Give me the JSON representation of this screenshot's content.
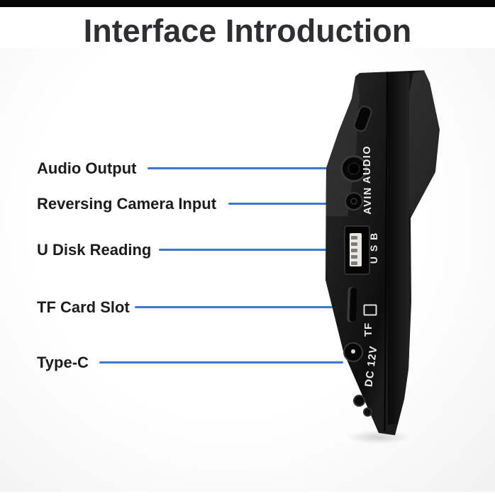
{
  "page": {
    "title": "Interface Introduction"
  },
  "callouts": [
    {
      "text": "Audio Output"
    },
    {
      "text": "Reversing Camera Input"
    },
    {
      "text": "U Disk Reading"
    },
    {
      "text": "TF Card Slot"
    },
    {
      "text": "Type-C"
    }
  ],
  "device": {
    "ports": [
      {
        "label": "AUDIO"
      },
      {
        "label": "AVIN"
      },
      {
        "label": "USB"
      },
      {
        "label": "TF"
      },
      {
        "label": "DC 12V"
      }
    ]
  },
  "colors": {
    "leader_line": "#3b78c9",
    "title_text": "#2f2f33",
    "callout_text": "#1c1c1c",
    "device_body": "#1a1a1a",
    "port_label_text": "#ececec",
    "letterbox_bar": "#070707",
    "usb_tongue": "#e9e8e3"
  }
}
